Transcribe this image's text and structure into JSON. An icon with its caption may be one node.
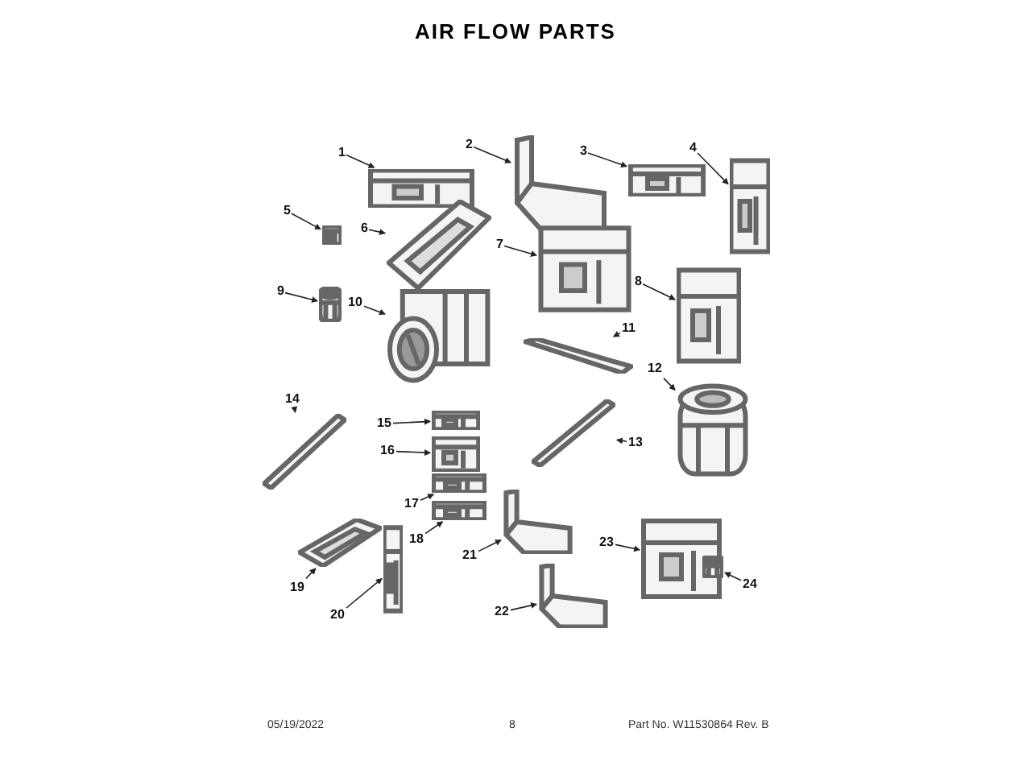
{
  "diagram": {
    "title": "AIR FLOW PARTS",
    "nodes": [
      {
        "text": [
          "1"
        ]
      },
      {
        "text": [
          "2"
        ]
      },
      {
        "text": [
          "3"
        ]
      },
      {
        "text": [
          "4"
        ]
      },
      {
        "text": [
          "5"
        ]
      },
      {
        "text": [
          "6"
        ]
      },
      {
        "text": [
          "7"
        ]
      },
      {
        "text": [
          "8"
        ]
      },
      {
        "text": [
          "9"
        ]
      },
      {
        "text": [
          "10"
        ]
      },
      {
        "text": [
          "11"
        ]
      },
      {
        "text": [
          "12"
        ]
      },
      {
        "text": [
          "13"
        ]
      },
      {
        "text": [
          "14"
        ]
      },
      {
        "text": [
          "15"
        ]
      },
      {
        "text": [
          "16"
        ]
      },
      {
        "text": [
          "17"
        ]
      },
      {
        "text": [
          "18"
        ]
      },
      {
        "text": [
          "19"
        ]
      },
      {
        "text": [
          "20"
        ]
      },
      {
        "text": [
          "21"
        ]
      },
      {
        "text": [
          "22"
        ]
      },
      {
        "text": [
          "23"
        ]
      },
      {
        "text": [
          "24"
        ]
      },
      {
        "text": [],
        "shape": "picture"
      },
      {
        "text": [],
        "shape": "picture"
      },
      {
        "text": [],
        "shape": "picture"
      },
      {
        "text": [],
        "shape": "picture"
      },
      {
        "text": [],
        "shape": "picture"
      },
      {
        "text": [],
        "shape": "picture"
      },
      {
        "text": [],
        "shape": "picture"
      },
      {
        "text": [],
        "shape": "picture"
      },
      {
        "text": [],
        "shape": "picture"
      },
      {
        "text": [],
        "shape": "picture"
      },
      {
        "text": [],
        "shape": "picture"
      },
      {
        "text": [],
        "shape": "picture"
      },
      {
        "text": [],
        "shape": "picture"
      },
      {
        "text": [],
        "shape": "picture"
      },
      {
        "text": [],
        "shape": "picture"
      },
      {
        "text": [],
        "shape": "picture"
      },
      {
        "text": [],
        "shape": "picture"
      },
      {
        "text": [],
        "shape": "picture"
      },
      {
        "text": [],
        "shape": "picture"
      },
      {
        "text": [],
        "shape": "picture"
      },
      {
        "text": [],
        "shape": "picture"
      },
      {
        "text": [],
        "shape": "picture"
      },
      {
        "text": [],
        "shape": "picture"
      },
      {
        "text": [],
        "shape": "picture"
      }
    ],
    "edges": [
      {
        "from": 0,
        "to": 24,
        "arrow": "to"
      },
      {
        "from": 1,
        "to": 25,
        "arrow": "to"
      },
      {
        "from": 2,
        "to": 26,
        "arrow": "to"
      },
      {
        "from": 3,
        "to": 27,
        "arrow": "to"
      },
      {
        "from": 4,
        "to": 28,
        "arrow": "to"
      },
      {
        "from": 5,
        "to": 29,
        "arrow": "to"
      },
      {
        "from": 6,
        "to": 30,
        "arrow": "to"
      },
      {
        "from": 7,
        "to": 31,
        "arrow": "to"
      },
      {
        "from": 8,
        "to": 32,
        "arrow": "to"
      },
      {
        "from": 9,
        "to": 33,
        "arrow": "to"
      },
      {
        "from": 10,
        "to": 34,
        "arrow": "to"
      },
      {
        "from": 11,
        "to": 35,
        "arrow": "to"
      },
      {
        "from": 12,
        "to": 36,
        "arrow": "to"
      },
      {
        "from": 13,
        "to": 37,
        "arrow": "to"
      },
      {
        "from": 14,
        "to": 38,
        "arrow": "to"
      },
      {
        "from": 15,
        "to": 39,
        "arrow": "to"
      },
      {
        "from": 16,
        "to": 40,
        "arrow": "to"
      },
      {
        "from": 17,
        "to": 41,
        "arrow": "to"
      },
      {
        "from": 18,
        "to": 42,
        "arrow": "to"
      },
      {
        "from": 19,
        "to": 43,
        "arrow": "to"
      },
      {
        "from": 20,
        "to": 44,
        "arrow": "to"
      },
      {
        "from": 21,
        "to": 45,
        "arrow": "to"
      },
      {
        "from": 22,
        "to": 46,
        "arrow": "to"
      },
      {
        "from": 23,
        "to": 47,
        "arrow": "to"
      }
    ],
    "labels": [
      "05/19/2022",
      "8",
      "Part No. W11530864 Rev. B"
    ]
  }
}
